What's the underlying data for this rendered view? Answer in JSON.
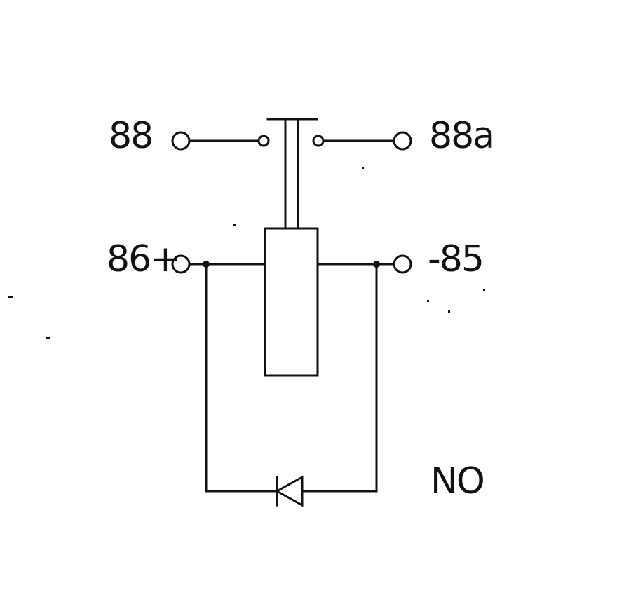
{
  "terminals": {
    "t88": "88",
    "t88a": "88a",
    "t86": "86+",
    "t85": "-85"
  },
  "type_label": "NO"
}
